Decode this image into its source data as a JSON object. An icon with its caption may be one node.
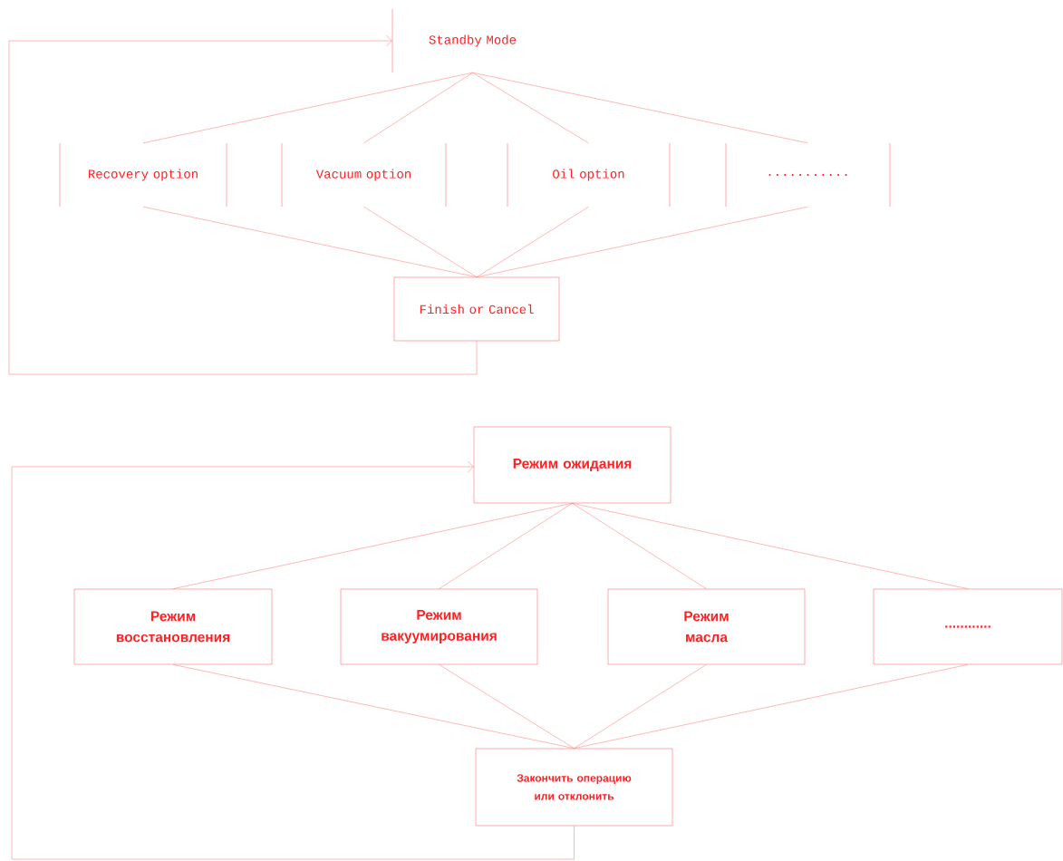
{
  "diagram": {
    "nodes": [
      {
        "text": [
          "Standby Mode"
        ]
      },
      {
        "text": [
          "Recovery option"
        ]
      },
      {
        "text": [
          "Vacuum option"
        ]
      },
      {
        "text": [
          "Oil option"
        ]
      },
      {
        "text": [
          "..........."
        ]
      },
      {
        "text": [
          "Finish or Cancel"
        ]
      },
      {
        "text": [
          "Режим ожидания"
        ]
      },
      {
        "text": [
          "Режим восстановления"
        ]
      },
      {
        "text": [
          "Режим вакуумирования"
        ]
      },
      {
        "text": [
          "Режим масла"
        ]
      },
      {
        "text": [
          "............"
        ]
      },
      {
        "text": [
          "Закончить операцию или отклонить"
        ]
      }
    ],
    "edges": [
      {
        "from": 0,
        "to": 1,
        "arrow": "none"
      },
      {
        "from": 0,
        "to": 2,
        "arrow": "none"
      },
      {
        "from": 0,
        "to": 3,
        "arrow": "none"
      },
      {
        "from": 0,
        "to": 4,
        "arrow": "none"
      },
      {
        "from": 1,
        "to": 5,
        "arrow": "none"
      },
      {
        "from": 2,
        "to": 5,
        "arrow": "none"
      },
      {
        "from": 3,
        "to": 5,
        "arrow": "none"
      },
      {
        "from": 4,
        "to": 5,
        "arrow": "none"
      },
      {
        "from": 5,
        "to": 0,
        "arrow": "to"
      },
      {
        "from": 6,
        "to": 7,
        "arrow": "none"
      },
      {
        "from": 6,
        "to": 8,
        "arrow": "none"
      },
      {
        "from": 6,
        "to": 9,
        "arrow": "none"
      },
      {
        "from": 6,
        "to": 10,
        "arrow": "none"
      },
      {
        "from": 7,
        "to": 11,
        "arrow": "none"
      },
      {
        "from": 8,
        "to": 11,
        "arrow": "none"
      },
      {
        "from": 9,
        "to": 11,
        "arrow": "none"
      },
      {
        "from": 10,
        "to": 11,
        "arrow": "none"
      },
      {
        "from": 11,
        "to": 6,
        "arrow": "to"
      }
    ]
  }
}
